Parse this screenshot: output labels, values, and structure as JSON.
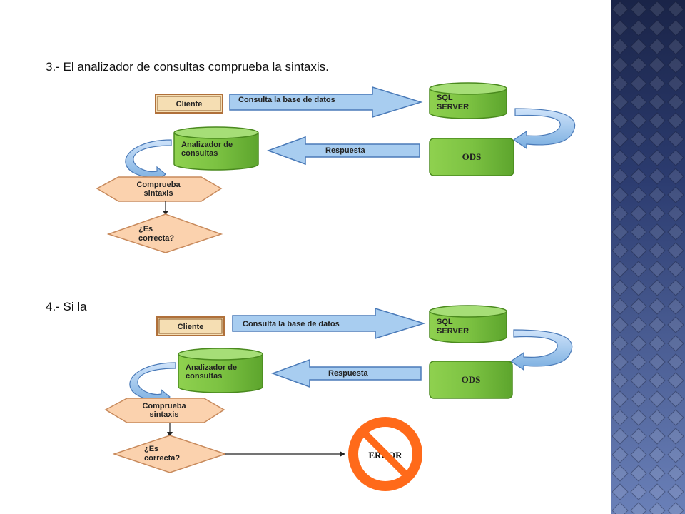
{
  "slide": {
    "step3_text": "3.- El analizador de consultas comprueba la sintaxis.",
    "step4_text": "4.- Si la"
  },
  "diagram": {
    "client_label": "Cliente",
    "query_arrow_label": "Consulta la base de datos",
    "sql_server_line1": "SQL",
    "sql_server_line2": "SERVER",
    "ods_label": "ODS",
    "response_arrow_label": "Respuesta",
    "analyzer_line1": "Analizador de",
    "analyzer_line2": "consultas",
    "check_line1": "Comprueba",
    "check_line2": "sintaxis",
    "decision_line1": "¿Es",
    "decision_line2": "correcta?",
    "error_label": "ERROR"
  },
  "colors": {
    "client_fill": "#f5deb3",
    "client_border": "#b0703a",
    "arrow_fill": "#a8cdf0",
    "arrow_stroke": "#4a7ab8",
    "green_fill": "#7cc242",
    "green_stroke": "#4a8a1e",
    "hexagon_fill": "#fbd2ae",
    "hexagon_stroke": "#c88a5c",
    "error_ring": "#ff6a1a",
    "sidebar_dark": "#1e2a52",
    "sidebar_light": "#5a6fa8"
  }
}
